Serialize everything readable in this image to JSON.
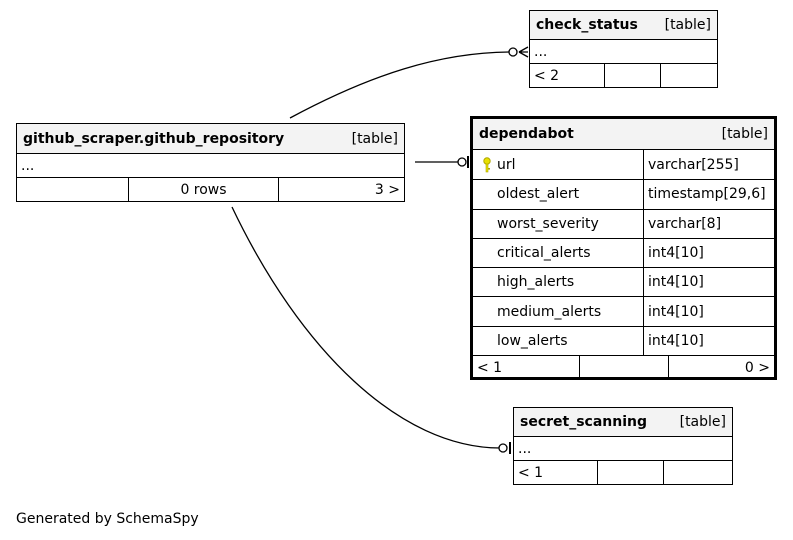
{
  "footer_text": "Generated by SchemaSpy",
  "tables": {
    "check_status": {
      "name": "check_status",
      "kind": "[table]",
      "more": "...",
      "parents": "< 2"
    },
    "github_repository": {
      "name": "github_scraper.github_repository",
      "kind": "[table]",
      "more": "...",
      "rows": "0 rows",
      "children": "3 >"
    },
    "dependabot": {
      "name": "dependabot",
      "kind": "[table]",
      "parents": "< 1",
      "children": "0 >",
      "columns": [
        {
          "name": "url",
          "type": "varchar[255]",
          "pk": true
        },
        {
          "name": "oldest_alert",
          "type": "timestamp[29,6]"
        },
        {
          "name": "worst_severity",
          "type": "varchar[8]"
        },
        {
          "name": "critical_alerts",
          "type": "int4[10]"
        },
        {
          "name": "high_alerts",
          "type": "int4[10]"
        },
        {
          "name": "medium_alerts",
          "type": "int4[10]"
        },
        {
          "name": "low_alerts",
          "type": "int4[10]"
        }
      ]
    },
    "secret_scanning": {
      "name": "secret_scanning",
      "kind": "[table]",
      "more": "...",
      "parents": "< 1"
    }
  },
  "colors": {
    "header_bg": "#f3f3f3",
    "key_icon": "#e8e000"
  }
}
